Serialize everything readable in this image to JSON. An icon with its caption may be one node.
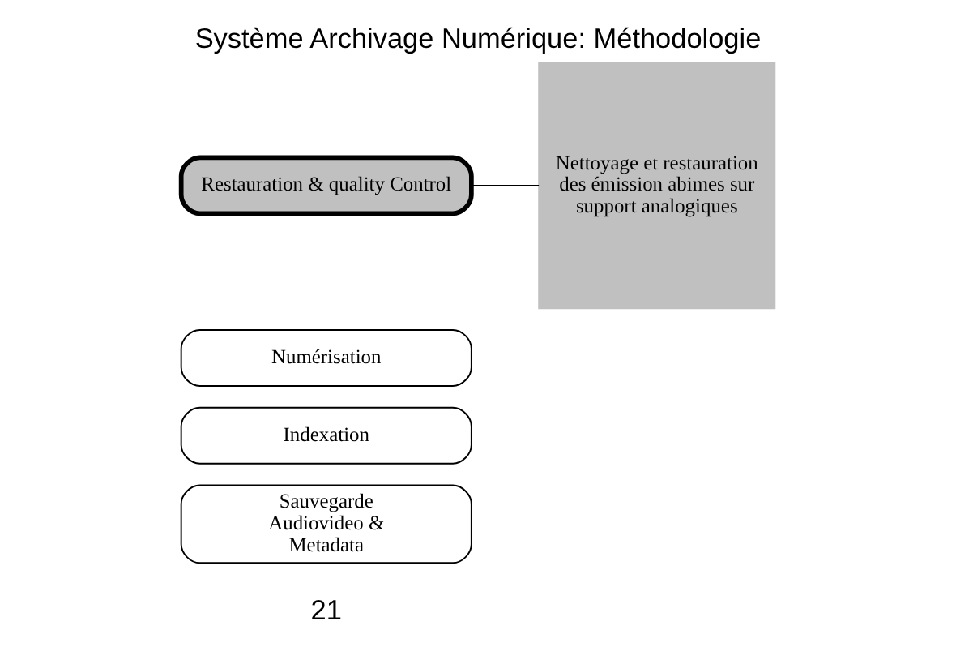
{
  "diagram": {
    "title": "Système Archivage Numérique: Méthodologie",
    "nodes": [
      {
        "text": [
          "Restauration & quality Control"
        ]
      },
      {
        "text": [
          "Numérisation"
        ]
      },
      {
        "text": [
          "Indexation"
        ]
      },
      {
        "text": [
          "Sauvegarde Audiovideo & Metadata"
        ]
      },
      {
        "text": [
          "Nettoyage et restauration des émission abimes sur support analogiques"
        ]
      }
    ],
    "edges": [
      {
        "from": 0,
        "to": 4,
        "arrow": "none"
      }
    ],
    "labels": [
      "21"
    ]
  }
}
